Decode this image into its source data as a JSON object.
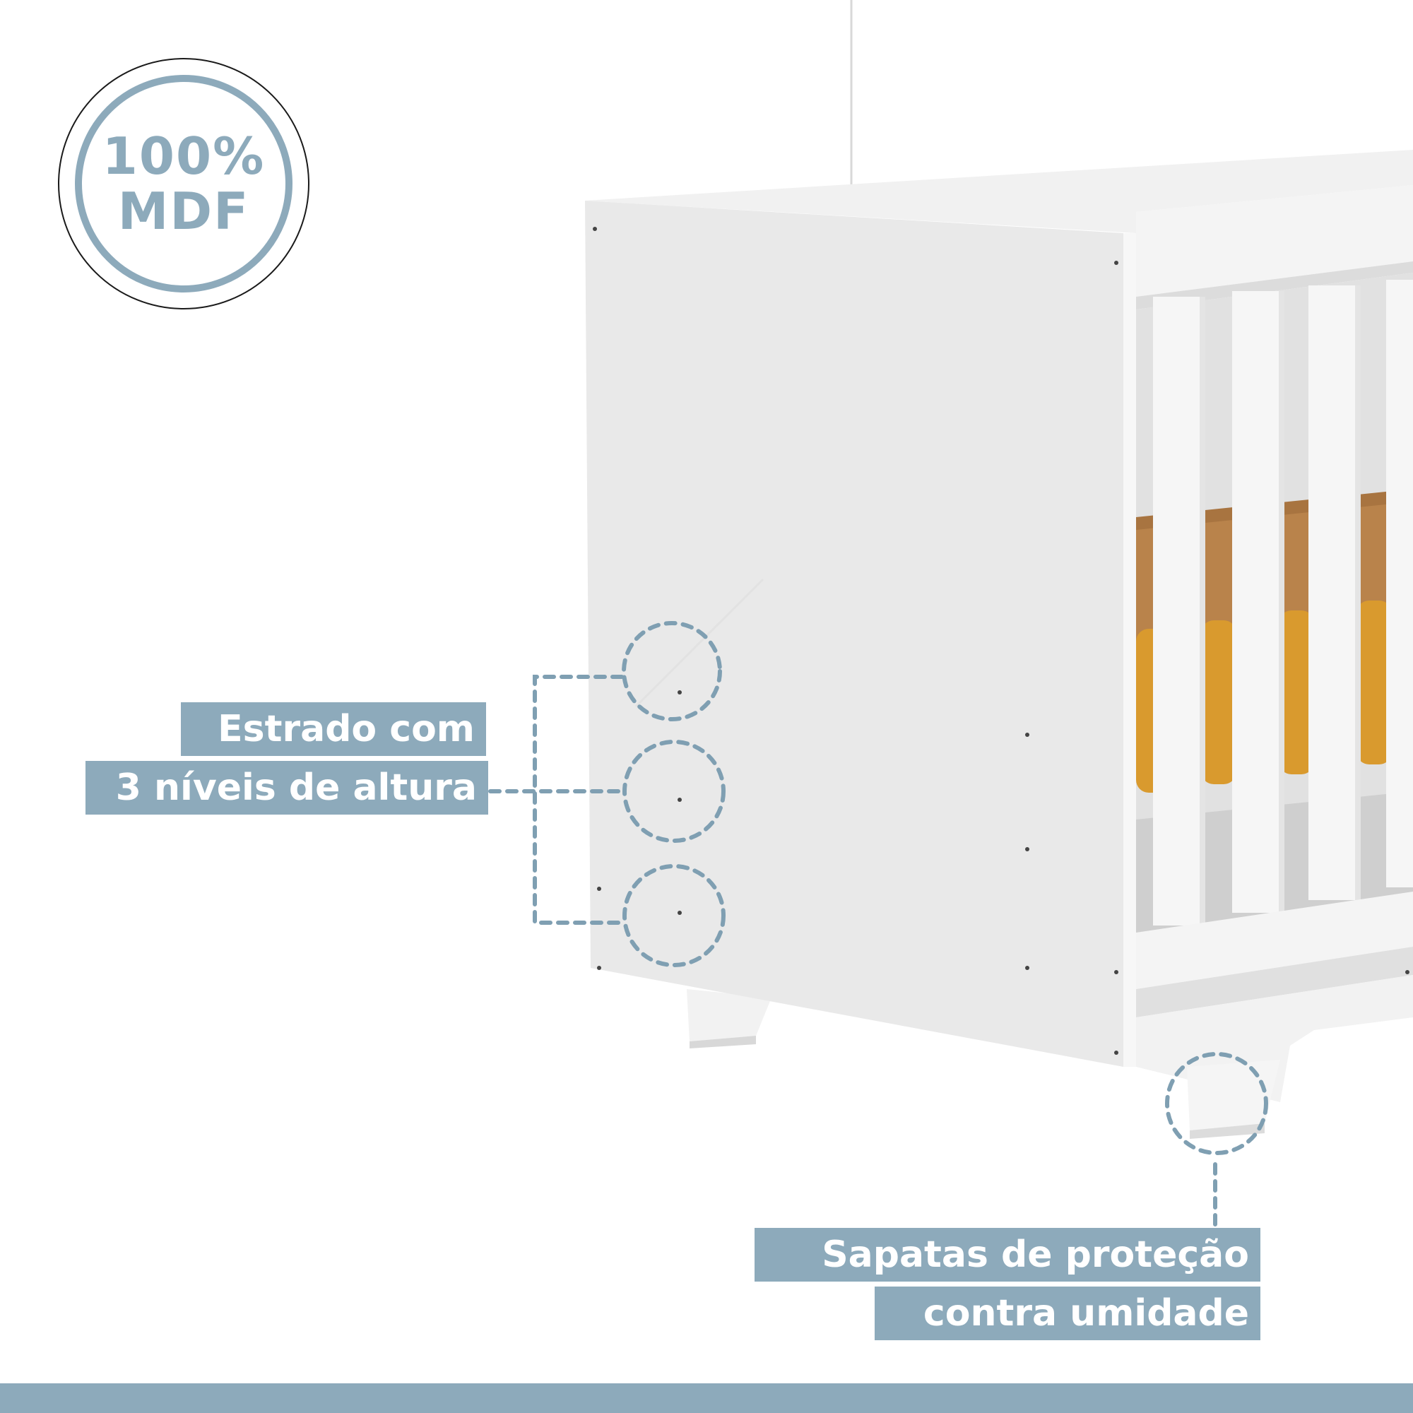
{
  "badge": {
    "line1": "100%",
    "line2": "MDF"
  },
  "callouts": {
    "estrado": {
      "line1": "Estrado com",
      "line2": "3 níveis de altura"
    },
    "sapatas": {
      "line1": "Sapatas de proteção",
      "line2": "contra umidade"
    }
  },
  "colors": {
    "accent": "#8daabb",
    "background": "#ffffff",
    "crib": "#ebebeb",
    "mattress": "#b9834b",
    "bumper": "#d99a2e"
  }
}
